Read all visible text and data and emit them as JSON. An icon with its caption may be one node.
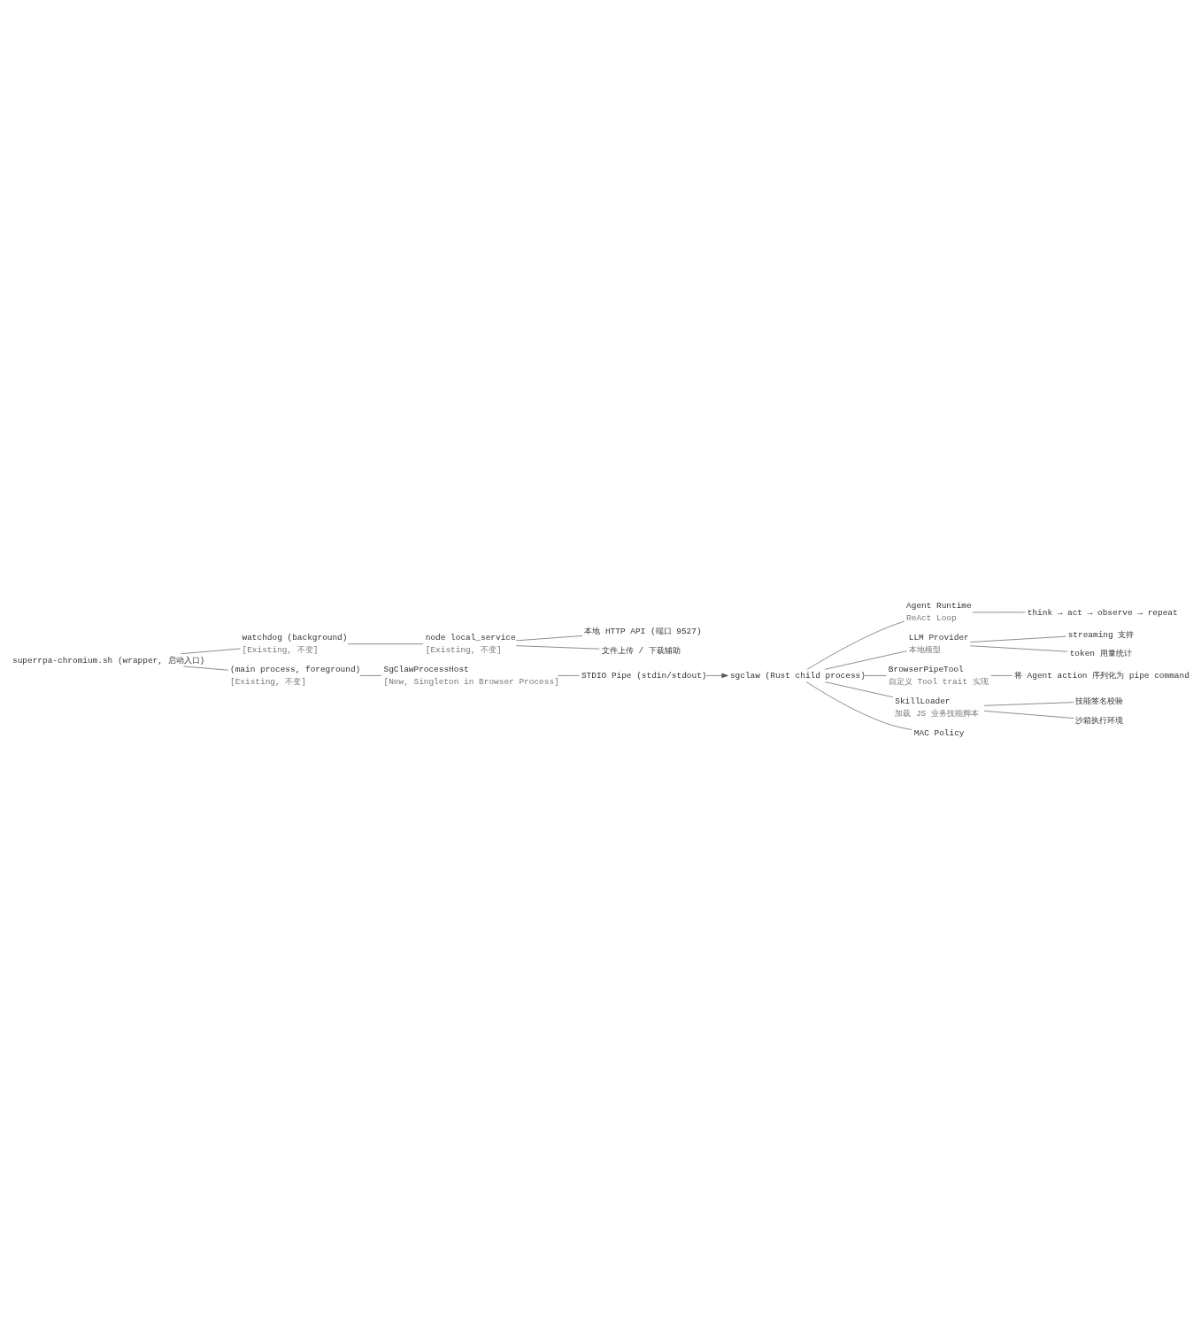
{
  "diagram": {
    "nodes": [
      {
        "text": [
          "superrpa-chromium.sh (wrapper, 启动入口)"
        ]
      },
      {
        "text": [
          "watchdog (background)"
        ],
        "beside": [
          "[Existing, 不变]"
        ]
      },
      {
        "text": [
          "node local_service"
        ],
        "beside": [
          "[Existing, 不变]"
        ]
      },
      {
        "text": [
          "本地 HTTP API (端口 9527)"
        ]
      },
      {
        "text": [
          "文件上传 / 下载辅助"
        ]
      },
      {
        "text": [
          "(main process, foreground)"
        ],
        "beside": [
          "[Existing, 不变]"
        ]
      },
      {
        "text": [
          "SgClawProcessHost"
        ],
        "beside": [
          "[New, Singleton in Browser Process]"
        ]
      },
      {
        "text": [
          "STDIO Pipe (stdin/stdout)"
        ]
      },
      {
        "text": [
          "sgclaw (Rust child process)"
        ]
      },
      {
        "text": [
          "Agent Runtime"
        ],
        "beside": [
          "ReAct Loop"
        ]
      },
      {
        "text": [
          "think → act → observe → repeat"
        ]
      },
      {
        "text": [
          "LLM Provider"
        ],
        "beside": [
          "本地模型"
        ]
      },
      {
        "text": [
          "streaming 支持"
        ]
      },
      {
        "text": [
          "token 用量统计"
        ]
      },
      {
        "text": [
          "BrowserPipeTool"
        ],
        "beside": [
          "自定义 Tool trait 实现"
        ]
      },
      {
        "text": [
          "将 Agent action 序列化为 pipe command"
        ]
      },
      {
        "text": [
          "SkillLoader"
        ],
        "beside": [
          "加载 JS 业务技能脚本"
        ]
      },
      {
        "text": [
          "技能签名校验"
        ]
      },
      {
        "text": [
          "沙箱执行环境"
        ]
      },
      {
        "text": [
          "MAC Policy"
        ]
      }
    ],
    "edges": [
      {
        "from": 0,
        "to": 1,
        "arrow": "none"
      },
      {
        "from": 1,
        "to": 2,
        "arrow": "none"
      },
      {
        "from": 2,
        "to": 3,
        "arrow": "none"
      },
      {
        "from": 2,
        "to": 4,
        "arrow": "none"
      },
      {
        "from": 0,
        "to": 5,
        "arrow": "none"
      },
      {
        "from": 5,
        "to": 6,
        "arrow": "none"
      },
      {
        "from": 6,
        "to": 7,
        "arrow": "none"
      },
      {
        "from": 7,
        "to": 8,
        "arrow": "to"
      },
      {
        "from": 8,
        "to": 9,
        "arrow": "none"
      },
      {
        "from": 9,
        "to": 10,
        "arrow": "none"
      },
      {
        "from": 8,
        "to": 11,
        "arrow": "none"
      },
      {
        "from": 11,
        "to": 12,
        "arrow": "none"
      },
      {
        "from": 11,
        "to": 13,
        "arrow": "none"
      },
      {
        "from": 8,
        "to": 14,
        "arrow": "none"
      },
      {
        "from": 14,
        "to": 15,
        "arrow": "none"
      },
      {
        "from": 8,
        "to": 16,
        "arrow": "none"
      },
      {
        "from": 16,
        "to": 17,
        "arrow": "none"
      },
      {
        "from": 16,
        "to": 18,
        "arrow": "none"
      },
      {
        "from": 8,
        "to": 19,
        "arrow": "none"
      }
    ]
  }
}
